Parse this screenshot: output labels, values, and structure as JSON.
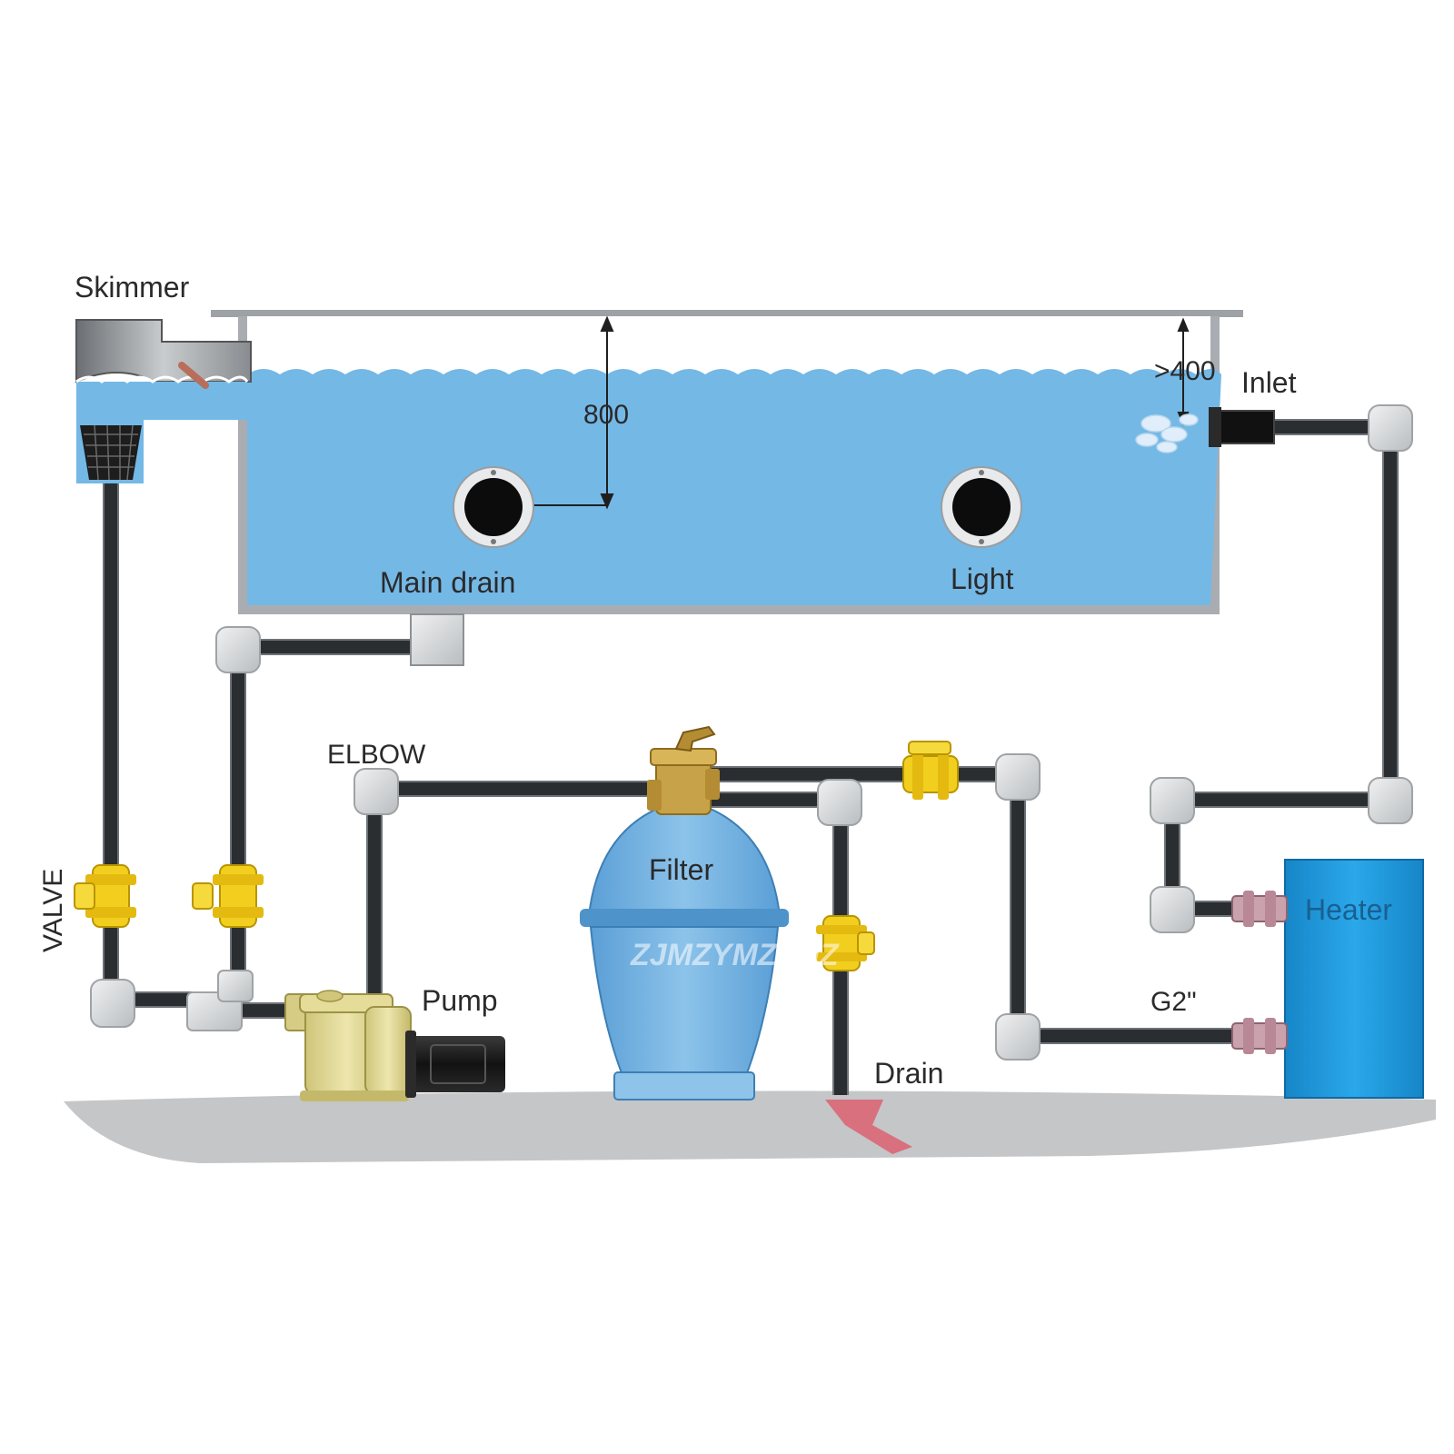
{
  "labels": {
    "skimmer": "Skimmer",
    "depth": "800",
    "gap": ">400",
    "inlet": "Inlet",
    "main_drain": "Main drain",
    "light": "Light",
    "elbow": "ELBOW",
    "valve": "VALVE",
    "filter": "Filter",
    "pump": "Pump",
    "drain": "Drain",
    "pipe_size": "G2\"",
    "heater": "Heater"
  },
  "watermark": "ZJMZYMZJMZ",
  "colors": {
    "water": "#74b8e6",
    "pool_wall": "#a9adb1",
    "floor": "#c4c6c8",
    "pipe": "#2b2e31",
    "fitting": "#d8dadc",
    "valve": "#f2cf1e",
    "filter_tank": "#6aa9dc",
    "filter_head": "#c8a248",
    "pump_body": "#e4dc98",
    "motor": "#1e1e1e",
    "heater": "#1f9fe0",
    "union": "#caa2ad",
    "drain_outlet": "#d9707e"
  },
  "icons": {
    "valve": "ball-valve-icon",
    "elbow": "pipe-elbow-icon",
    "lamp": "pool-light-icon"
  }
}
